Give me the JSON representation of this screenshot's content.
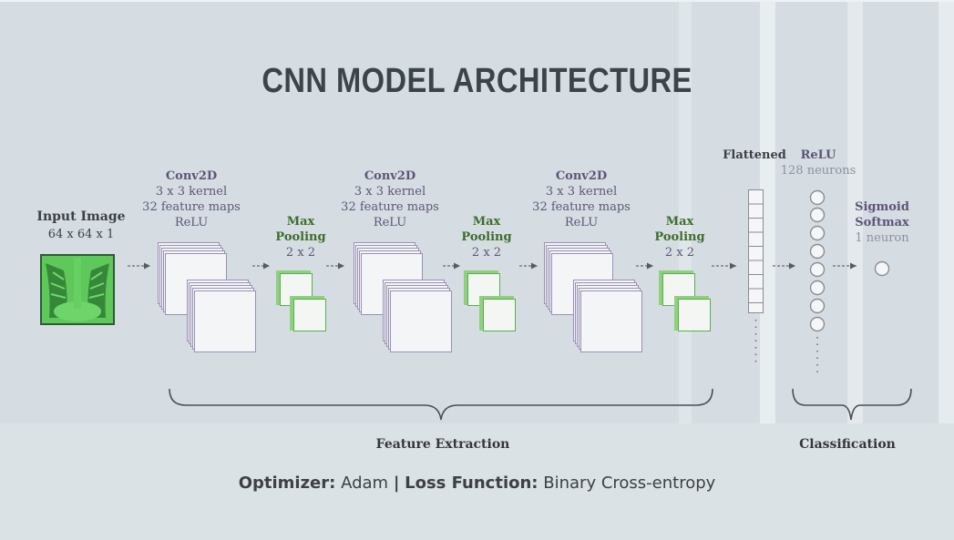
{
  "title": "CNN MODEL ARCHITECTURE",
  "input": {
    "label": "Input Image",
    "shape": "64 x 64 x 1"
  },
  "conv_blocks": [
    {
      "name": "Conv2D",
      "kernel": "3 x 3 kernel",
      "maps": "32 feature maps",
      "activation": "ReLU"
    },
    {
      "name": "Conv2D",
      "kernel": "3 x 3 kernel",
      "maps": "32 feature maps",
      "activation": "ReLU"
    },
    {
      "name": "Conv2D",
      "kernel": "3 x 3 kernel",
      "maps": "32 feature maps",
      "activation": "ReLU"
    }
  ],
  "pool_blocks": [
    {
      "line1": "Max",
      "line2": "Pooling",
      "size": "2 x 2"
    },
    {
      "line1": "Max",
      "line2": "Pooling",
      "size": "2 x 2"
    },
    {
      "line1": "Max",
      "line2": "Pooling",
      "size": "2 x 2"
    }
  ],
  "flattened": {
    "label": "Flattened"
  },
  "dense": {
    "activation": "ReLU",
    "units": "128 neurons"
  },
  "output": {
    "activation1": "Sigmoid",
    "activation2": "Softmax",
    "units": "1 neuron"
  },
  "groups": {
    "feature_extraction": "Feature Extraction",
    "classification": "Classification"
  },
  "footer": {
    "optimizer_label": "Optimizer:",
    "optimizer_value": "Adam",
    "separator": "|",
    "loss_label": "Loss Function:",
    "loss_value": "Binary Cross-entropy"
  },
  "colors": {
    "background": "#d5dde3",
    "conv_border": "#9a90b6",
    "pool_border": "#59ad52",
    "xray_green": "#5ec85a",
    "text_purple": "#5e5476",
    "text_green": "#3c6e2c"
  }
}
